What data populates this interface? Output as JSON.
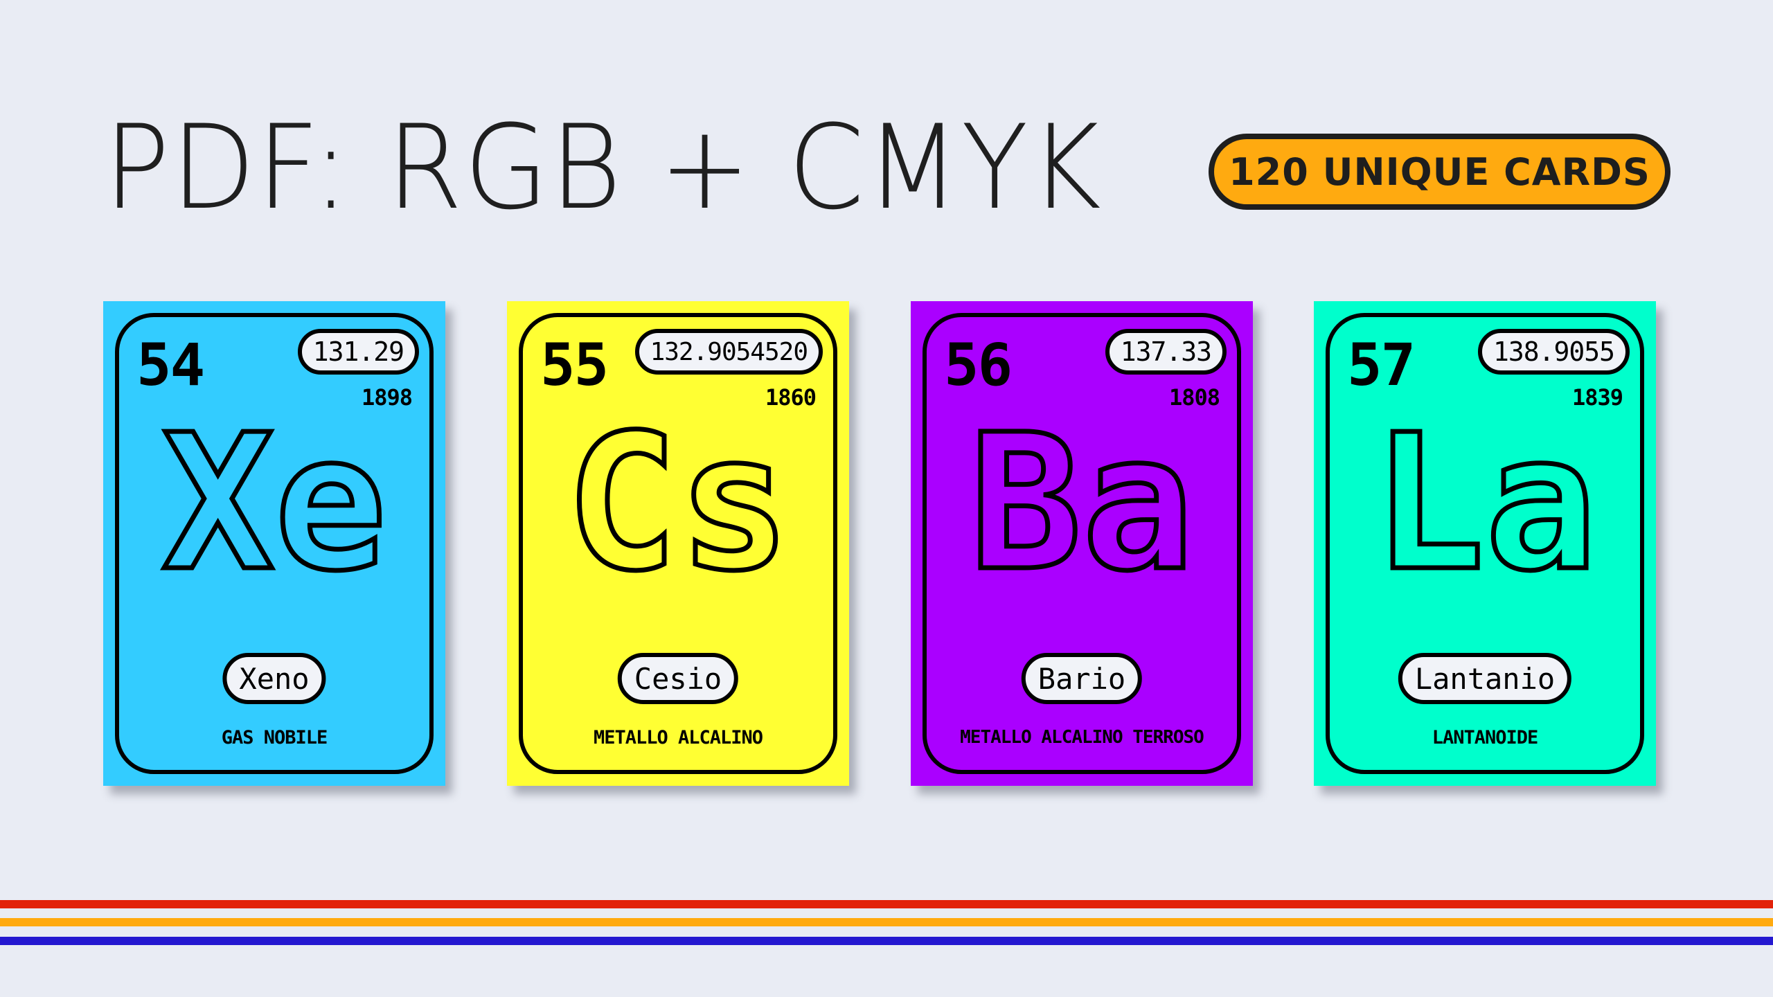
{
  "header": {
    "title": "PDF: RGB + CMYK",
    "badge": "120 UNIQUE CARDS",
    "badge_color": "#FFAA10"
  },
  "background_color": "#E9ECF4",
  "cards": [
    {
      "atomic_number": "54",
      "atomic_mass": "131.29",
      "year": "1898",
      "symbol": "Xe",
      "name": "Xeno",
      "category": "GAS NOBILE",
      "color": "#33CCFF"
    },
    {
      "atomic_number": "55",
      "atomic_mass": "132.9054520",
      "year": "1860",
      "symbol": "Cs",
      "name": "Cesio",
      "category": "METALLO ALCALINO",
      "color": "#FFFF33"
    },
    {
      "atomic_number": "56",
      "atomic_mass": "137.33",
      "year": "1808",
      "symbol": "Ba",
      "name": "Bario",
      "category": "METALLO ALCALINO TERROSO",
      "color": "#AA00FF"
    },
    {
      "atomic_number": "57",
      "atomic_mass": "138.9055",
      "year": "1839",
      "symbol": "La",
      "name": "Lantanio",
      "category": "LANTANOIDE",
      "color": "#00FFCC"
    }
  ],
  "stripes": [
    {
      "color": "#E2230A"
    },
    {
      "color": "#FFAA10"
    },
    {
      "color": "#2418D0"
    }
  ]
}
